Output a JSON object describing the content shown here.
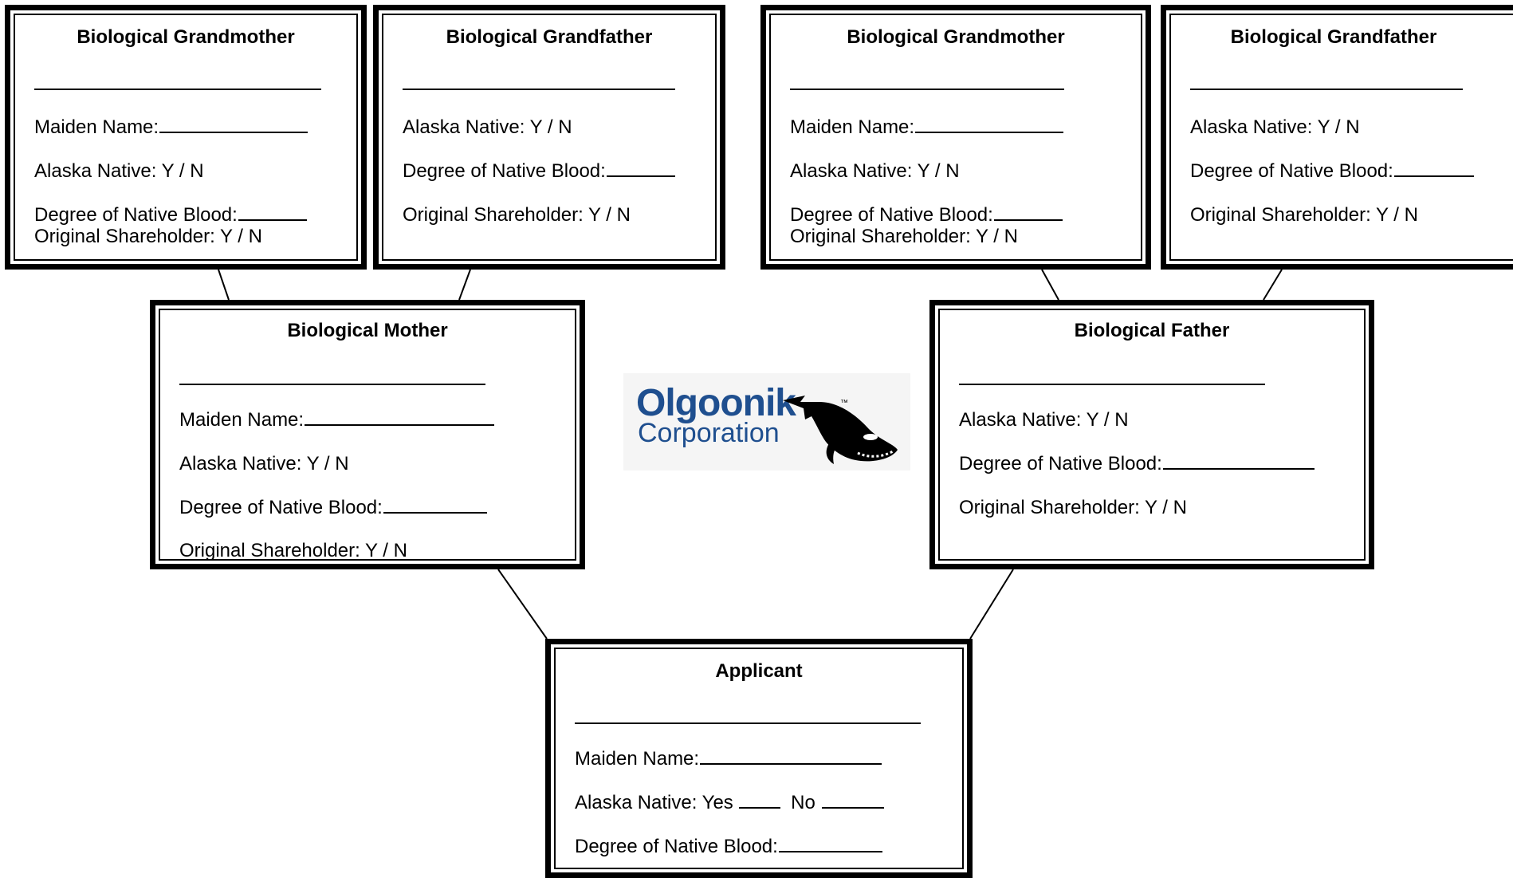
{
  "labels": {
    "grandmother": "Biological Grandmother",
    "grandfather": "Biological Grandfather",
    "mother": "Biological Mother",
    "father": "Biological Father",
    "applicant": "Applicant",
    "maiden_name": "Maiden Name:",
    "alaska_native_yn": "Alaska Native:   Y / N",
    "degree_blood": "Degree of Native Blood:",
    "original_shareholder_yn": "Original Shareholder:  Y / N",
    "original_shareholder_yn_short": "Original Shareholder: Y / N",
    "original_shareholder_yn_wide": "Original Shareholder:   Y / N",
    "alaska_native_yes": "Alaska Native: Yes",
    "no": "No"
  },
  "logo": {
    "word": "Olgoonik",
    "sub": "Corporation",
    "tm": "™",
    "brand_color": "#1f4f8f",
    "icon": "whale-icon"
  }
}
